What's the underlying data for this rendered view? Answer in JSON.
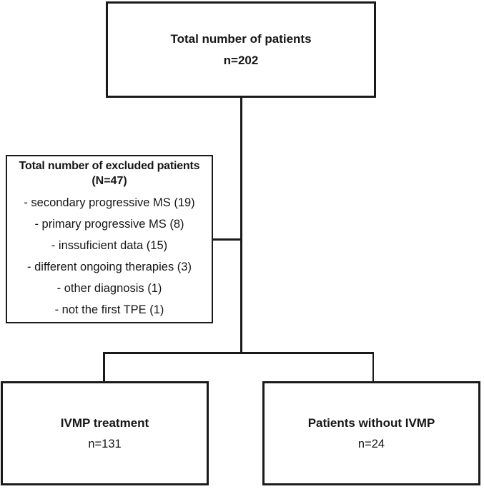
{
  "diagram": {
    "top_box": {
      "title": "Total number of patients",
      "count": "n=202"
    },
    "excluded_box": {
      "title": "Total number of excluded patients",
      "count": "(N=47)",
      "items": [
        "- secondary progressive MS (19)",
        "- primary progressive MS (8)",
        "- inssuficient data (15)",
        "- different ongoing therapies (3)",
        "- other diagnosis (1)",
        "- not the first TPE (1)"
      ]
    },
    "left_box": {
      "title": "IVMP treatment",
      "count": "n=131"
    },
    "right_box": {
      "title": "Patients without IVMP",
      "count": "n=24"
    },
    "line_color": "#1a1a1a"
  }
}
